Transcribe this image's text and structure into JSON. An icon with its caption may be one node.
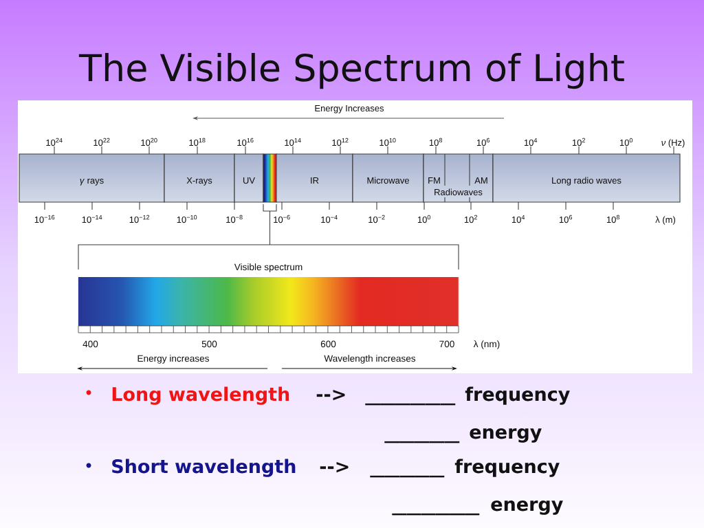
{
  "diagram": {
    "title": "The Visible Spectrum of Light",
    "nodes": [
      {
        "text": [
          "*γ* rays"
        ]
      },
      {
        "text": [
          "X-rays"
        ]
      },
      {
        "text": [
          "UV"
        ]
      },
      {
        "text": [],
        "shape": "bar"
      },
      {
        "text": [
          "IR"
        ]
      },
      {
        "text": [
          "Microwave"
        ]
      },
      {
        "text": [
          "Radiowaves"
        ]
      },
      {
        "text": [
          "FM"
        ],
        "in": 6
      },
      {
        "text": [
          "AM"
        ],
        "in": 6
      },
      {
        "text": [
          "Long radio waves"
        ]
      },
      {
        "text": [
          "Visible spectrum"
        ]
      }
    ],
    "edges": [
      {
        "from": 3,
        "to": 10,
        "arrow": "none"
      }
    ],
    "labels": [
      "Energy Increases",
      "10$^{24}$",
      "10$^{22}$",
      "10$^{20}$",
      "10$^{18}$",
      "10$^{16}$",
      "10$^{14}$",
      "10$^{12}$",
      "10$^{10}$",
      "10$^{8}$",
      "10$^{6}$",
      "10$^{4}$",
      "10$^{2}$",
      "10$^{0}$",
      "*ν* (Hz)",
      "10$^{−16}$",
      "10$^{−14}$",
      "10$^{−12}$",
      "10$^{−10}$",
      "10$^{−8}$",
      "10$^{−6}$",
      "10$^{−4}$",
      "10$^{−2}$",
      "10$^{0}$",
      "10$^{2}$",
      "10$^{4}$",
      "10$^{6}$",
      "10$^{8}$",
      "λ (m)",
      "400",
      "500",
      "600",
      "700",
      "λ (nm)",
      "Energy increases",
      "Wavelength increases",
      "Long wavelength",
      "-->",
      "______",
      "frequency",
      "_____",
      "energy",
      "Short wavelength",
      "-->",
      "_____",
      "frequency",
      "______",
      "energy"
    ]
  }
}
